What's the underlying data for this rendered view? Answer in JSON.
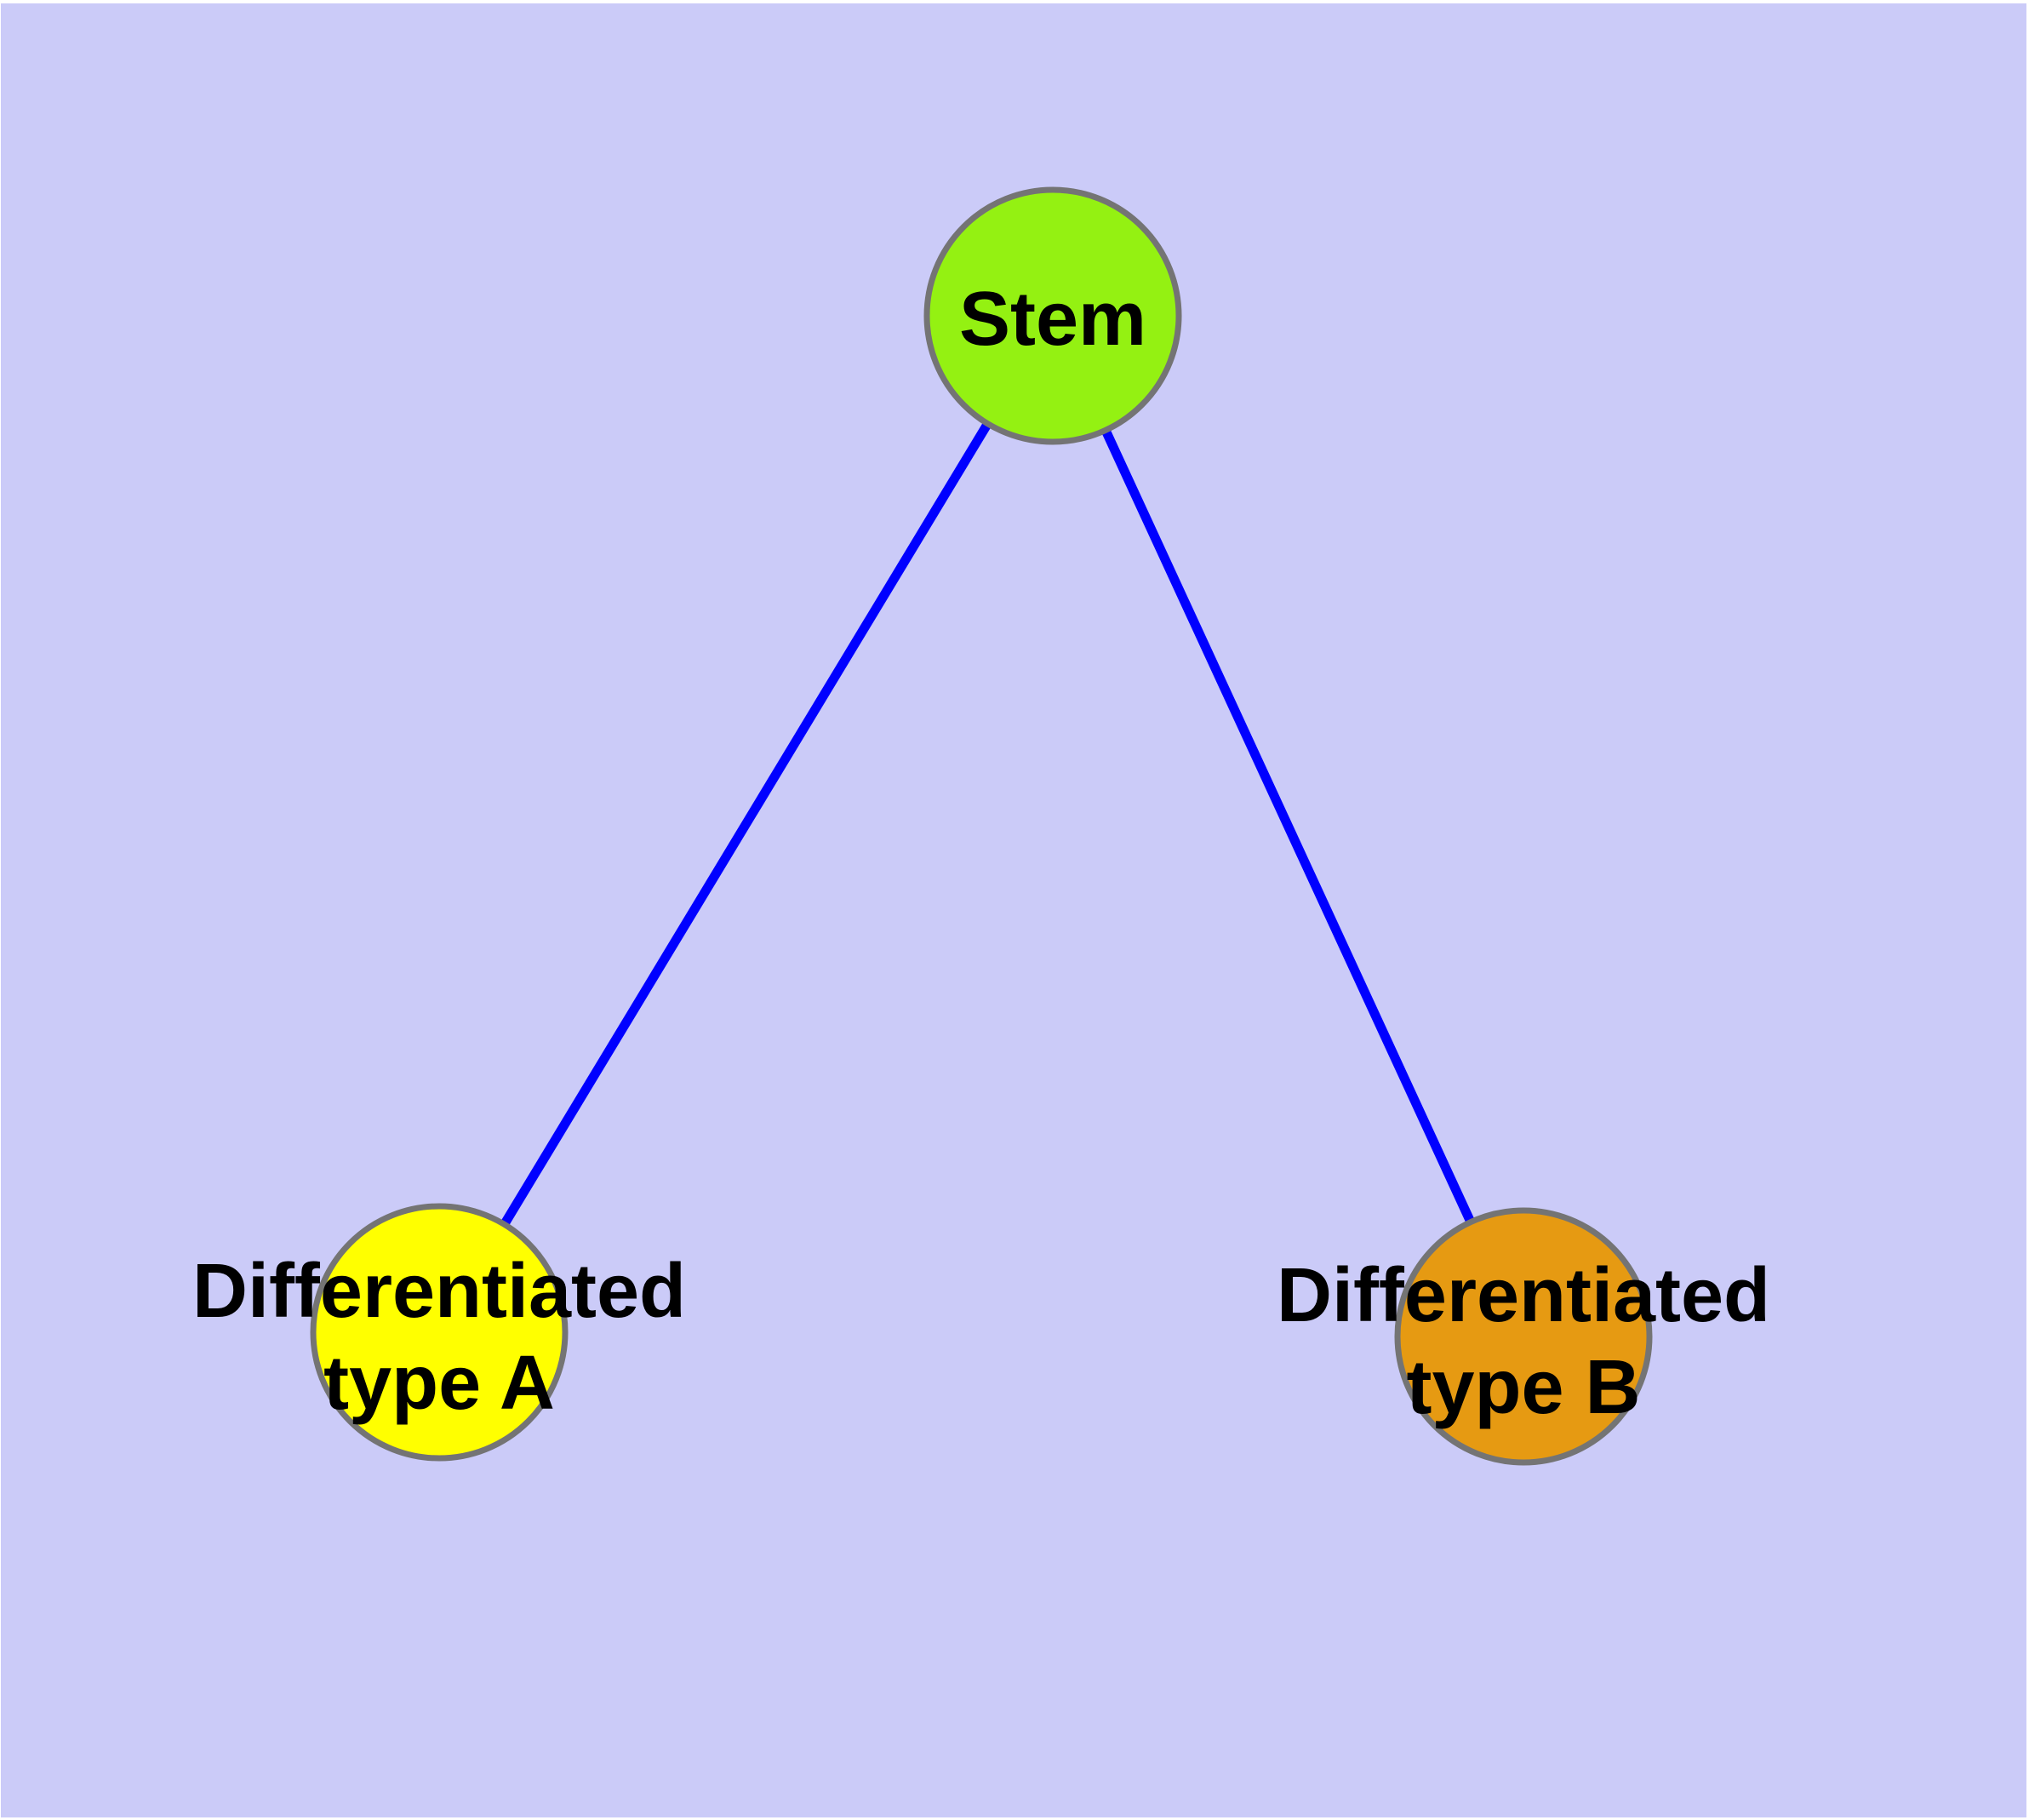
{
  "figure": {
    "kind": "node-link-graph",
    "description": "Stem cell differentiation graph: one stem node connected to two differentiated cell type nodes"
  },
  "graph": {
    "nodes": [
      {
        "id": "stem",
        "label_lines": [
          "Stem"
        ],
        "fill": "#94F112"
      },
      {
        "id": "diff-a",
        "label_lines": [
          "Differentiated",
          "type A"
        ],
        "fill": "#FFFF00"
      },
      {
        "id": "diff-b",
        "label_lines": [
          "Differentiated",
          "type B"
        ],
        "fill": "#E69A12"
      }
    ],
    "edges": [
      {
        "from": "stem",
        "to": "diff-a"
      },
      {
        "from": "stem",
        "to": "diff-b"
      }
    ]
  },
  "colors": {
    "background": "#CBCBF8",
    "frame": "#FFFFFF",
    "edge": "#0000FF",
    "node_border": "#747474",
    "label_text": "#000000"
  }
}
